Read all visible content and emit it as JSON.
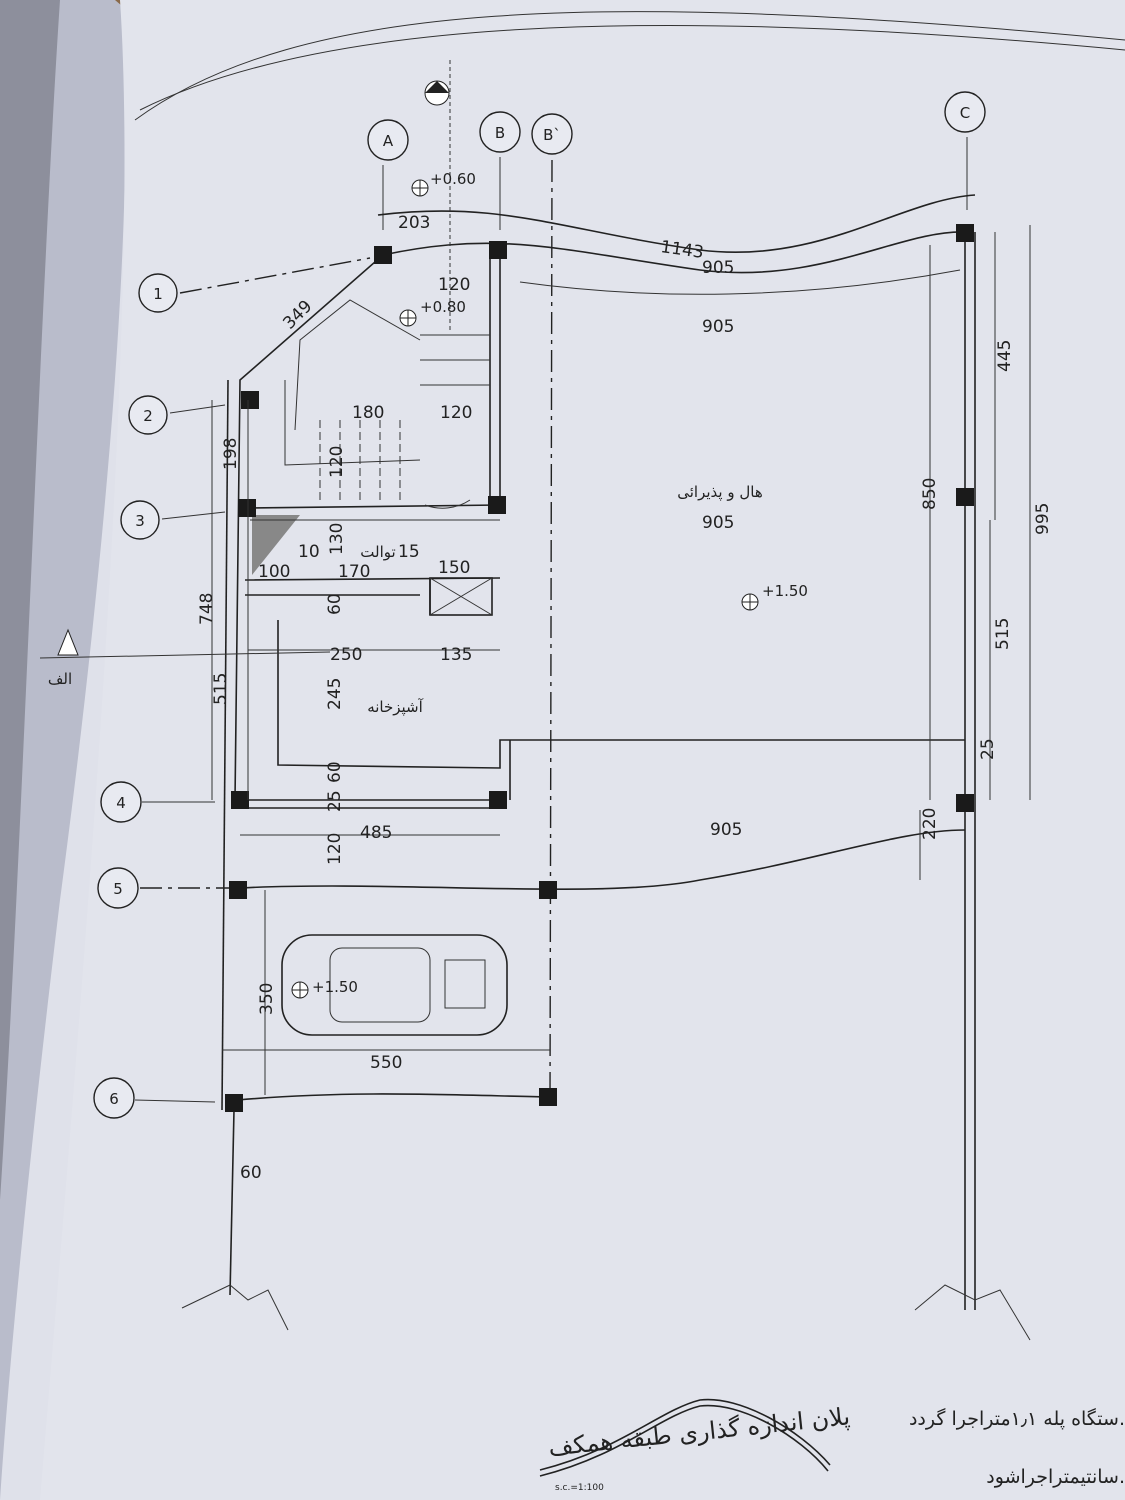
{
  "grid": {
    "columns": [
      "A",
      "B",
      "B`",
      "C"
    ],
    "rows": [
      "1",
      "2",
      "3",
      "4",
      "5",
      "6"
    ]
  },
  "levels": [
    "+0.60",
    "+0.80",
    "+1.50",
    "+1.50"
  ],
  "rooms": {
    "living": "هال و پذیرائی",
    "toilet": "توالت",
    "kitchen": "آشپزخانه"
  },
  "dimensions": {
    "top_203": "203",
    "top_1143": "1143",
    "top_905": "905",
    "row1_905": "905",
    "stair_120a": "120",
    "stair_349": "349",
    "stair_180": "180",
    "stair_120b": "120",
    "left_198": "198",
    "stair_120c": "120",
    "toilet_130": "130",
    "toilet_10": "10",
    "toilet_15": "15",
    "w_100": "100",
    "w_170": "170",
    "w_150": "150",
    "left_748": "748",
    "left_515": "515",
    "k_60a": "60",
    "k_250": "250",
    "k_135": "135",
    "k_245": "245",
    "k_60b": "60",
    "k_25": "25",
    "row3_905": "905",
    "right_850": "850",
    "right_445": "445",
    "right_995": "995",
    "right_515": "515",
    "right_25": "25",
    "right_220": "220",
    "row4_485": "485",
    "row4_120": "120",
    "row4_905": "905",
    "park_350": "350",
    "park_550": "550",
    "bottom_60": "60"
  },
  "section_marker": "الف",
  "title": "پلان اندازه گذاری طبقه همکف",
  "scale": "s.c.=1:100",
  "notes": [
    "ستگاه پله ۱٫۱متراجرا گردد.",
    "سانتیمتراجراشود."
  ]
}
